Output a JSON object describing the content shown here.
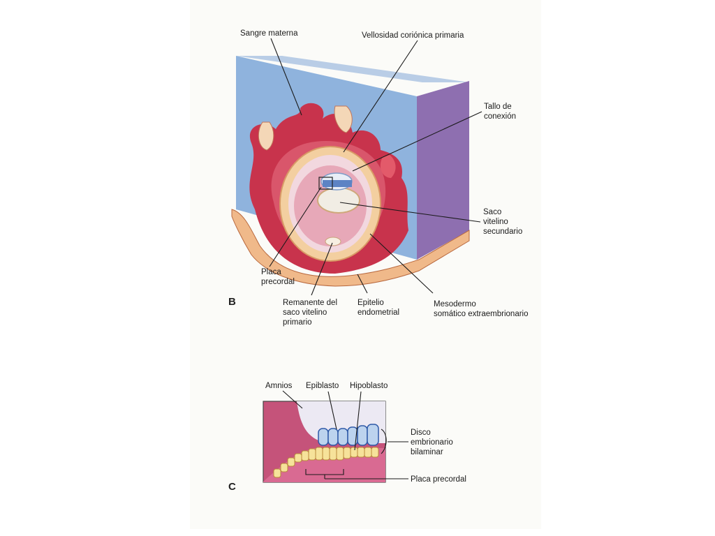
{
  "panel_b": {
    "letter": "B",
    "labels": {
      "sangre_materna": "Sangre materna",
      "vellosidad": "Vellosidad coriónica primaria",
      "tallo": "Tallo de\nconexión",
      "saco_secundario": "Saco\nvitelino\nsecundario",
      "placa_precordal": "Placa\nprecordal",
      "remanente": "Remanente del\nsaco vitelino\nprimario",
      "epitelio": "Epitelio\nendometrial",
      "mesodermo": "Mesodermo\nsomático extraembrionario"
    }
  },
  "panel_c": {
    "letter": "C",
    "labels": {
      "amnios": "Amnios",
      "epiblasto": "Epiblasto",
      "hipoblasto": "Hipoblasto",
      "disco": "Disco\nembrionario\nbilaminar",
      "placa_precordal": "Placa precordal"
    }
  },
  "colors": {
    "uterine_blue": "#8fb3dd",
    "side_purple": "#8e6fb0",
    "tissue_red": "#c8334c",
    "cavity_pink": "#e7a8b8",
    "epithelium_orange": "#f0b98a"
  }
}
